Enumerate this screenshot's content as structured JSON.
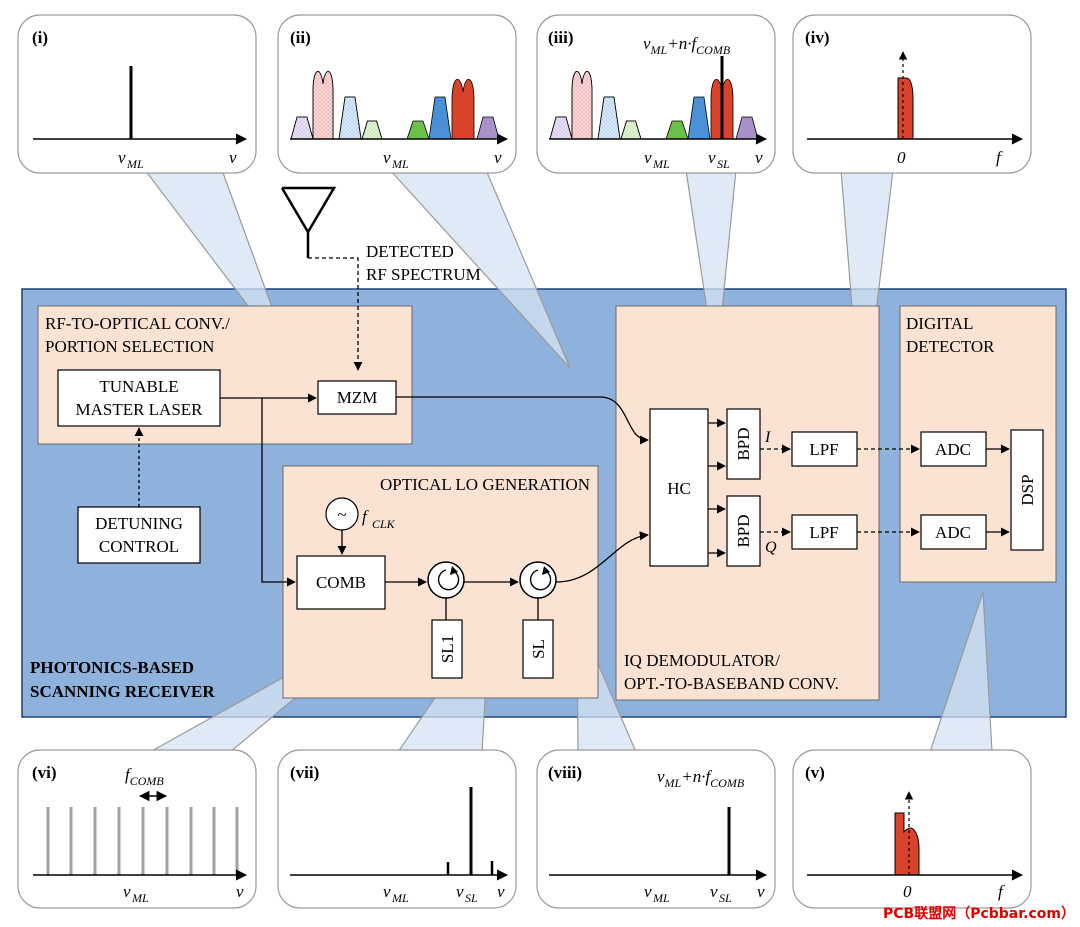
{
  "colors": {
    "main_bg": "#8eb2db",
    "section_fill": "#fbe3d4",
    "callout_stroke": "#9a9a9a",
    "signal_red": "#d9432a",
    "signal_pink": "#f0a0a0",
    "signal_blue": "#4a90d6",
    "signal_lightblue": "#a8c8ee",
    "signal_green": "#6cc04a",
    "signal_lightgreen": "#b8e0a0",
    "signal_purple": "#a890c8",
    "signal_lavender": "#c8b8e0",
    "comb_line": "#a0a0a0",
    "watermark": "#e00000"
  },
  "main": {
    "title_line1": "PHOTONICS-BASED",
    "title_line2": "SCANNING RECEIVER"
  },
  "antenna": {
    "label_line1": "DETECTED",
    "label_line2": "RF SPECTRUM"
  },
  "sections": {
    "rf_optical": {
      "line1": "RF-TO-OPTICAL CONV./",
      "line2": "PORTION SELECTION"
    },
    "lo_gen": {
      "line1": "OPTICAL LO GENERATION"
    },
    "iq_demod": {
      "line1": "IQ DEMODULATOR/",
      "line2": "OPT.-TO-BASEBAND CONV."
    },
    "digital": {
      "line1": "DIGITAL",
      "line2": "DETECTOR"
    }
  },
  "blocks": {
    "master_laser": {
      "line1": "TUNABLE",
      "line2": "MASTER LASER"
    },
    "detuning": {
      "line1": "DETUNING",
      "line2": "CONTROL"
    },
    "mzm": "MZM",
    "comb": "COMB",
    "clk": {
      "symbol": "~",
      "label": "f",
      "sub": "CLK"
    },
    "sl1": "SL1",
    "sl": "SL",
    "hc": "HC",
    "bpd_i": "BPD",
    "bpd_q": "BPD",
    "lpf_i": "LPF",
    "lpf_q": "LPF",
    "adc_i": "ADC",
    "adc_q": "ADC",
    "dsp": "DSP",
    "i_label": "I",
    "q_label": "Q"
  },
  "panels": {
    "i": {
      "label": "(i)",
      "x1": "v",
      "x1_sub": "ML",
      "x2": "v"
    },
    "ii": {
      "label": "(ii)",
      "x1": "v",
      "x1_sub": "ML",
      "x2": "v"
    },
    "iii": {
      "label": "(iii)",
      "top": "v",
      "top_sub": "ML",
      "top_rest": "+n·f",
      "top_sub2": "COMB",
      "x1": "v",
      "x1_sub": "ML",
      "x2": "v",
      "x2_sub": "SL",
      "x3": "v"
    },
    "iv": {
      "label": "(iv)",
      "x1": "0",
      "x2": "f"
    },
    "v": {
      "label": "(v)",
      "x1": "0",
      "x2": "f"
    },
    "vi": {
      "label": "(vi)",
      "top": "f",
      "top_sub": "COMB",
      "x1": "v",
      "x1_sub": "ML",
      "x2": "v"
    },
    "vii": {
      "label": "(vii)",
      "x1": "v",
      "x1_sub": "ML",
      "x2": "v",
      "x2_sub": "SL",
      "x3": "v"
    },
    "viii": {
      "label": "(viii)",
      "top": "v",
      "top_sub": "ML",
      "top_rest": "+n·f",
      "top_sub2": "COMB",
      "x1": "v",
      "x1_sub": "ML",
      "x2": "v",
      "x2_sub": "SL",
      "x3": "v"
    }
  },
  "watermark": "PCB联盟网（Pcbbar.com）"
}
